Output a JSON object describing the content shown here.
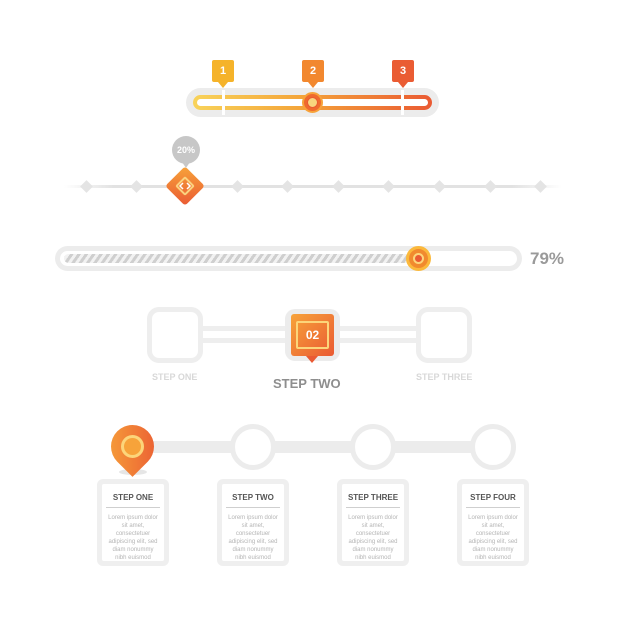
{
  "slider_markers": [
    "1",
    "2",
    "3"
  ],
  "slider_steps": {
    "percent_label": "20%"
  },
  "progress": {
    "value": 79,
    "label": "79%"
  },
  "steps": {
    "active_badge": "02",
    "labels": [
      "STEP ONE",
      "STEP TWO",
      "STEP THREE"
    ]
  },
  "timeline": {
    "cards": [
      {
        "title": "STEP ONE",
        "body": [
          "Lorem ipsum dolor",
          "sit amet,",
          "consectetuer",
          "adipiscing elit, sed",
          "diam nonummy",
          "nibh euismod"
        ]
      },
      {
        "title": "STEP TWO",
        "body": [
          "Lorem ipsum dolor",
          "sit amet,",
          "consectetuer",
          "adipiscing elit, sed",
          "diam nonummy",
          "nibh euismod"
        ]
      },
      {
        "title": "STEP THREE",
        "body": [
          "Lorem ipsum dolor",
          "sit amet,",
          "consectetuer",
          "adipiscing elit, sed",
          "diam nonummy",
          "nibh euismod"
        ]
      },
      {
        "title": "STEP FOUR",
        "body": [
          "Lorem ipsum dolor",
          "sit amet,",
          "consectetuer",
          "adipiscing elit, sed",
          "diam nonummy",
          "nibh euismod"
        ]
      }
    ]
  },
  "colors": {
    "accent_yellow": "#f5b32a",
    "accent_orange": "#f2882f",
    "accent_red": "#ea5c33",
    "track_gray": "#ececec"
  }
}
